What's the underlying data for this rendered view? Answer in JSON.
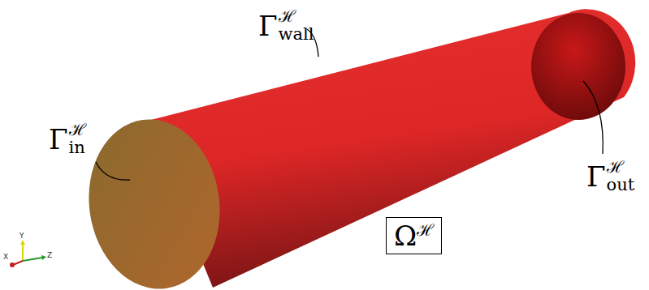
{
  "diagram": {
    "nodes": [
      {
        "text": [
          "Ω",
          "ℋ"
        ]
      }
    ],
    "labels": [
      "Γ",
      "ℋ",
      "wall",
      "Γ",
      "ℋ",
      "in",
      "Γ",
      "ℋ",
      "out",
      "Y",
      "X",
      "Z"
    ]
  }
}
